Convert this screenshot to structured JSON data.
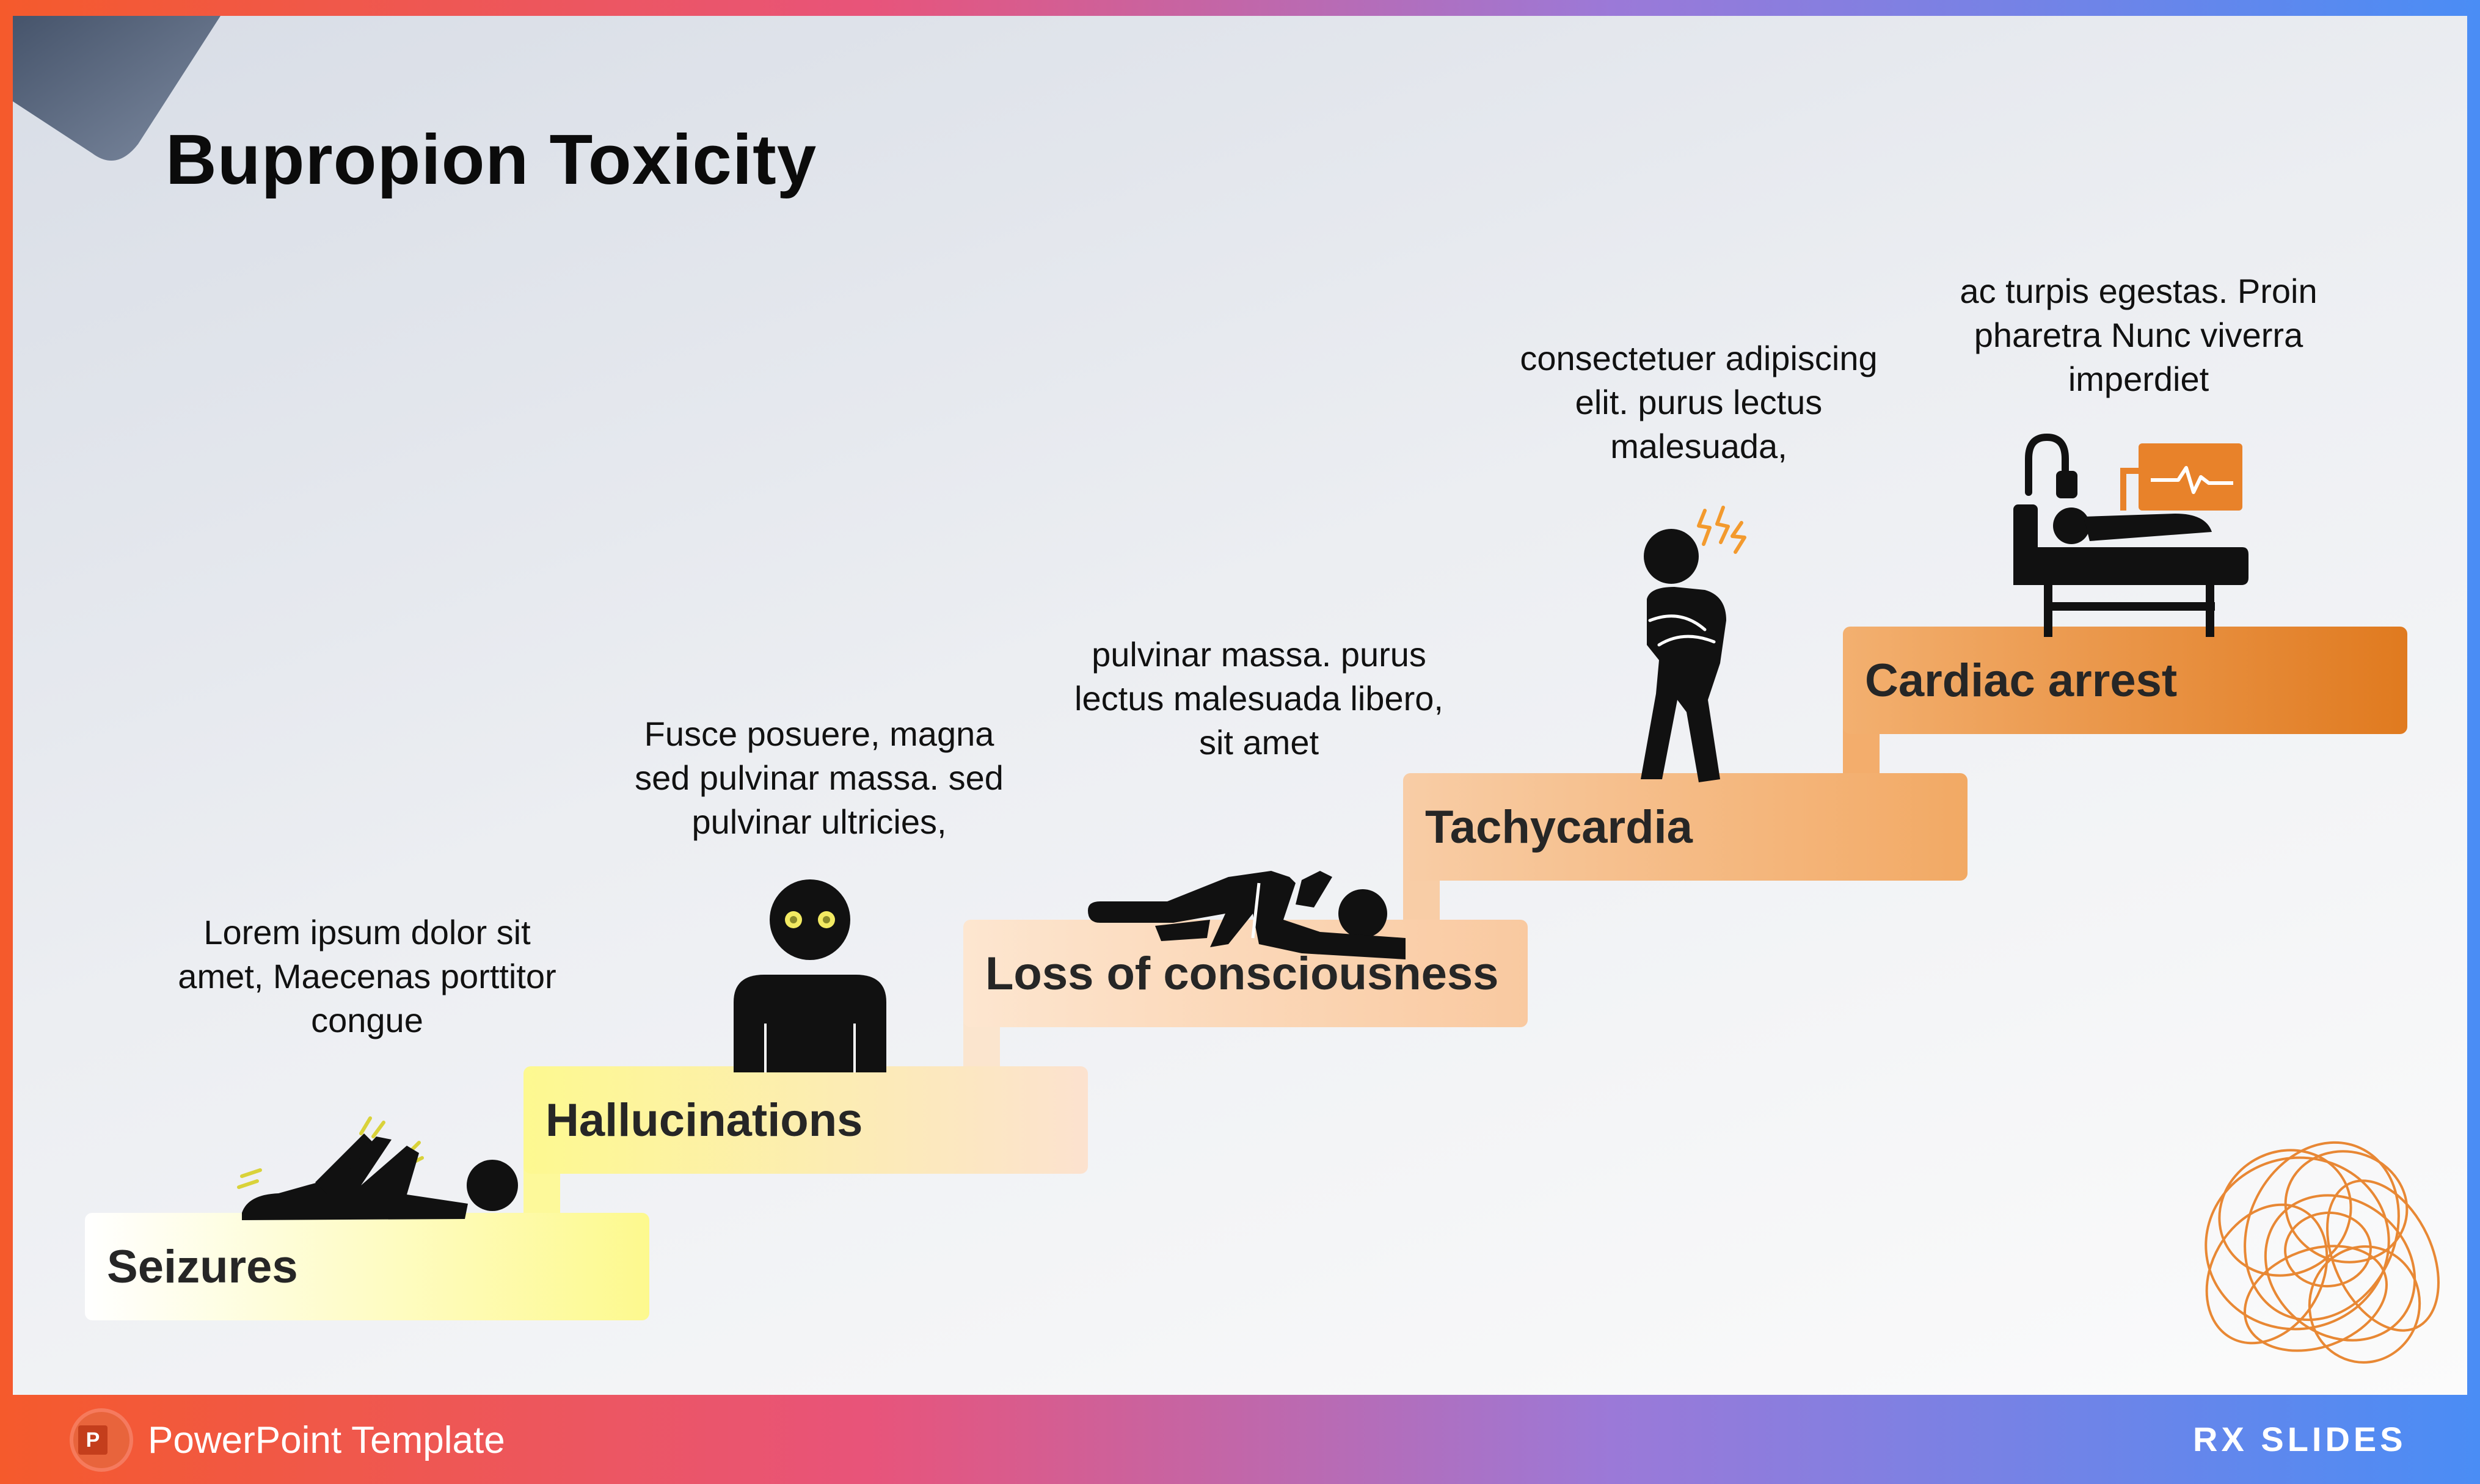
{
  "title": "Bupropion Toxicity",
  "steps": [
    {
      "label": "Seizures",
      "description": "Lorem ipsum dolor sit amet, Maecenas porttitor congue",
      "icon": "seizure-person-icon"
    },
    {
      "label": "Hallucinations",
      "description": "Fusce posuere, magna sed pulvinar massa. sed pulvinar ultricies,",
      "icon": "hallucinating-person-icon"
    },
    {
      "label": "Loss of consciousness",
      "description": "pulvinar massa. purus lectus malesuada libero, sit amet",
      "icon": "fainted-person-icon"
    },
    {
      "label": "Tachycardia",
      "description": "consectetuer adipiscing elit. purus lectus malesuada,",
      "icon": "chest-pain-person-icon"
    },
    {
      "label": "Cardiac arrest",
      "description": "ac turpis egestas. Proin pharetra Nunc viverra imperdiet",
      "icon": "hospital-bed-monitor-icon"
    }
  ],
  "footer": {
    "template_label": "PowerPoint Template",
    "app_icon_letter": "P",
    "brand": "RX SLIDES"
  },
  "colors": {
    "step_1": "#fdf98e",
    "step_2": "#fce4cc",
    "step_3": "#f9cba2",
    "step_4": "#f2a964",
    "step_5": "#e07a1f",
    "accent_orange": "#e8822a"
  }
}
